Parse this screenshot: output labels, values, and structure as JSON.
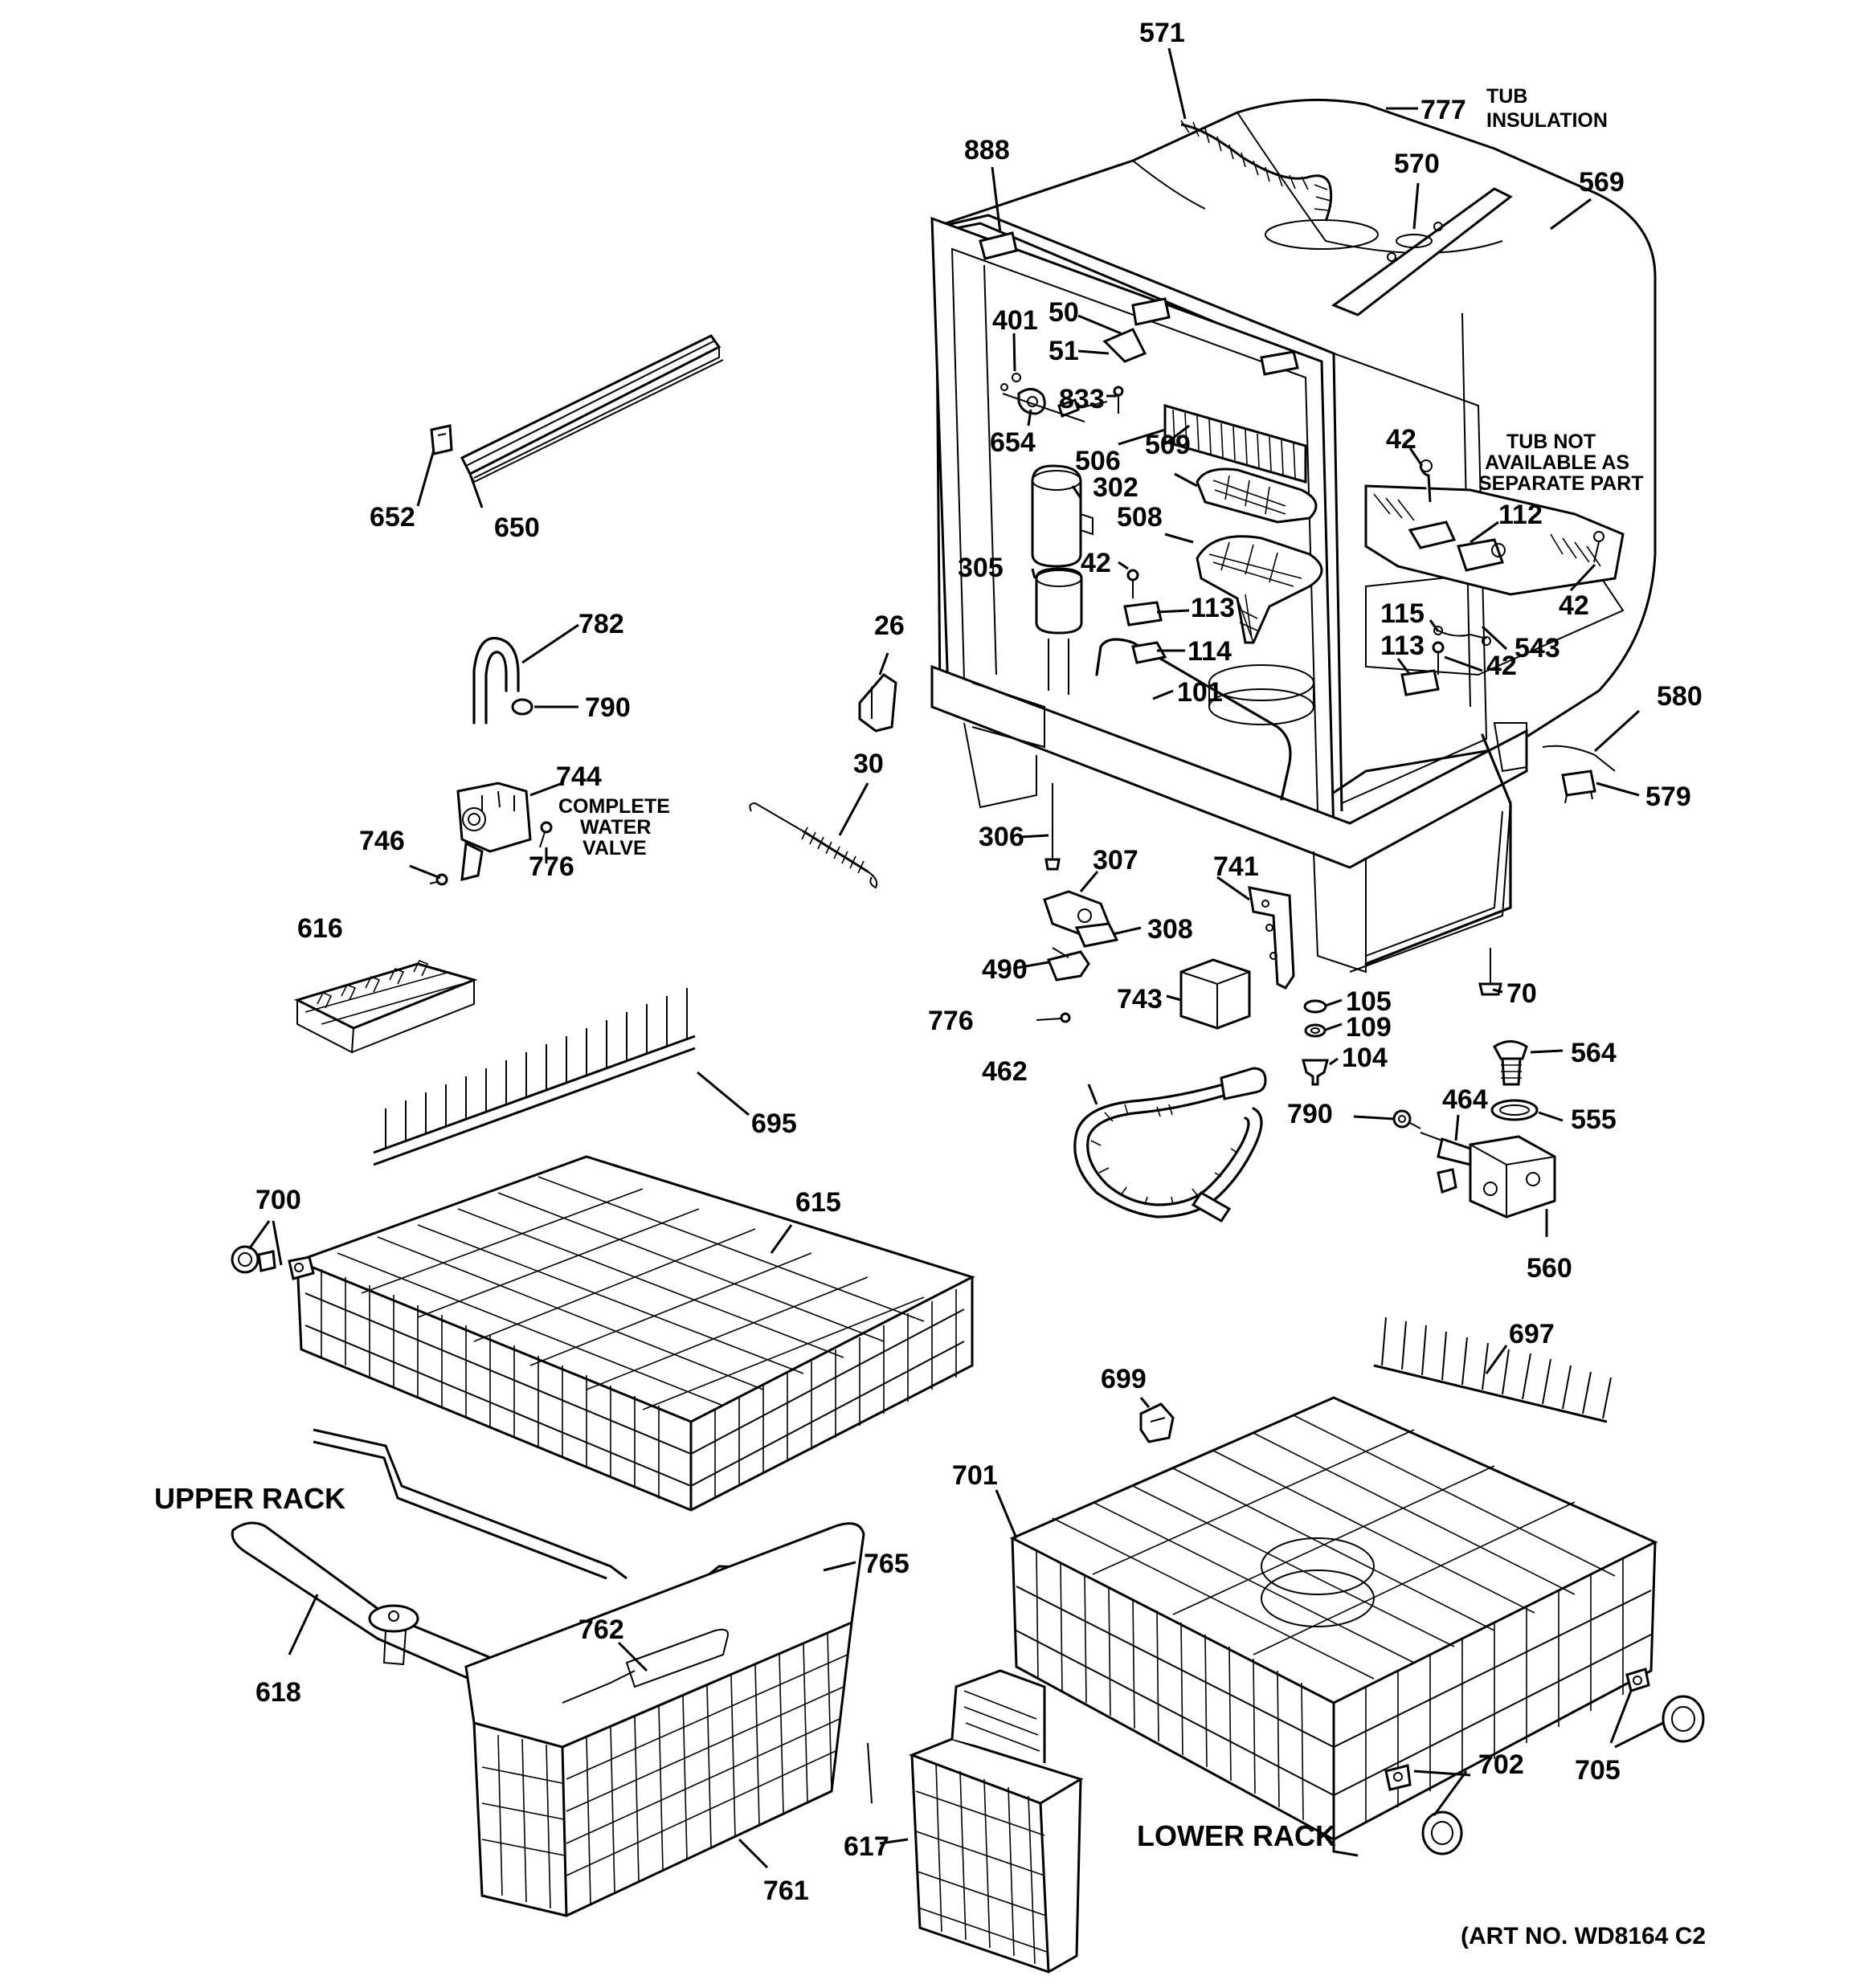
{
  "parts": [
    {
      "id": "p571",
      "number": "571"
    },
    {
      "id": "p777",
      "number": "777",
      "caption": "TUB INSULATION"
    },
    {
      "id": "p888",
      "number": "888"
    },
    {
      "id": "p570",
      "number": "570"
    },
    {
      "id": "p569",
      "number": "569"
    },
    {
      "id": "p401",
      "number": "401"
    },
    {
      "id": "p50",
      "number": "50"
    },
    {
      "id": "p51",
      "number": "51"
    },
    {
      "id": "p833",
      "number": "833"
    },
    {
      "id": "p654",
      "number": "654"
    },
    {
      "id": "p506",
      "number": "506"
    },
    {
      "id": "p509",
      "number": "509"
    },
    {
      "id": "p302",
      "number": "302"
    },
    {
      "id": "p508",
      "number": "508"
    },
    {
      "id": "p42a",
      "number": "42"
    },
    {
      "id": "p305",
      "number": "305"
    },
    {
      "id": "p113a",
      "number": "113"
    },
    {
      "id": "p114",
      "number": "114"
    },
    {
      "id": "p101",
      "number": "101"
    },
    {
      "id": "p42b",
      "number": "42"
    },
    {
      "id": "p112",
      "number": "112"
    },
    {
      "id": "p42c",
      "number": "42"
    },
    {
      "id": "p115",
      "number": "115"
    },
    {
      "id": "p543",
      "number": "543"
    },
    {
      "id": "p113b",
      "number": "113"
    },
    {
      "id": "p42d",
      "number": "42"
    },
    {
      "id": "p652",
      "number": "652"
    },
    {
      "id": "p650",
      "number": "650"
    },
    {
      "id": "p782",
      "number": "782"
    },
    {
      "id": "p790a",
      "number": "790"
    },
    {
      "id": "p26",
      "number": "26"
    },
    {
      "id": "p744",
      "number": "744",
      "caption": "COMPLETE WATER VALVE"
    },
    {
      "id": "p30",
      "number": "30"
    },
    {
      "id": "p746",
      "number": "746"
    },
    {
      "id": "p776a",
      "number": "776"
    },
    {
      "id": "p580",
      "number": "580"
    },
    {
      "id": "p579",
      "number": "579"
    },
    {
      "id": "p306",
      "number": "306"
    },
    {
      "id": "p307",
      "number": "307"
    },
    {
      "id": "p741",
      "number": "741"
    },
    {
      "id": "p308",
      "number": "308"
    },
    {
      "id": "p616",
      "number": "616"
    },
    {
      "id": "p490",
      "number": "490"
    },
    {
      "id": "p70",
      "number": "70"
    },
    {
      "id": "p743",
      "number": "743"
    },
    {
      "id": "p105",
      "number": "105"
    },
    {
      "id": "p109",
      "number": "109"
    },
    {
      "id": "p776b",
      "number": "776"
    },
    {
      "id": "p564",
      "number": "564"
    },
    {
      "id": "p104",
      "number": "104"
    },
    {
      "id": "p462",
      "number": "462"
    },
    {
      "id": "p790b",
      "number": "790"
    },
    {
      "id": "p464",
      "number": "464"
    },
    {
      "id": "p555",
      "number": "555"
    },
    {
      "id": "p695",
      "number": "695"
    },
    {
      "id": "p700",
      "number": "700"
    },
    {
      "id": "p615",
      "number": "615"
    },
    {
      "id": "p560",
      "number": "560"
    },
    {
      "id": "p697",
      "number": "697"
    },
    {
      "id": "p699",
      "number": "699"
    },
    {
      "id": "p701",
      "number": "701"
    },
    {
      "id": "p765",
      "number": "765"
    },
    {
      "id": "p762",
      "number": "762"
    },
    {
      "id": "p618",
      "number": "618"
    },
    {
      "id": "p702",
      "number": "702"
    },
    {
      "id": "p705",
      "number": "705"
    },
    {
      "id": "p617",
      "number": "617"
    },
    {
      "id": "p761",
      "number": "761"
    }
  ],
  "notes": {
    "tub_not_available": "TUB NOT AVAILABLE AS SEPARATE PART"
  },
  "sections": {
    "upper_rack": "UPPER RACK",
    "lower_rack": "LOWER RACK"
  },
  "art_number": "(ART NO. WD8164 C2"
}
